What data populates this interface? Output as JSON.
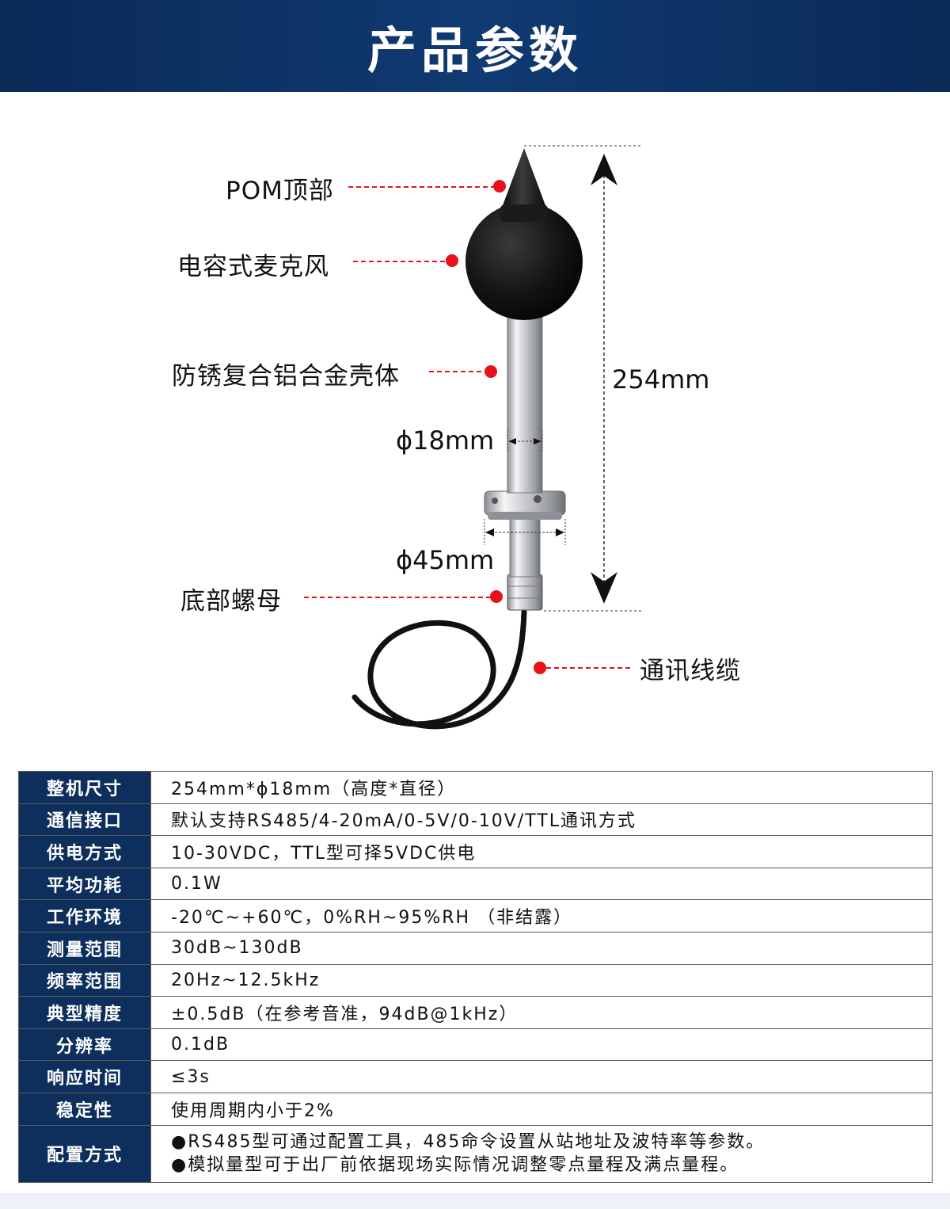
{
  "header": {
    "title": "产品参数"
  },
  "diagram": {
    "callouts": {
      "top": "POM顶部",
      "mic": "电容式麦克风",
      "shell": "防锈复合铝合金壳体",
      "nut": "底部螺母",
      "cable": "通讯线缆"
    },
    "dimensions": {
      "height": "254mm",
      "tube_diameter": "ϕ18mm",
      "flange_diameter": "ϕ45mm"
    },
    "colors": {
      "marker": "#e8101a",
      "leader": "#e8101a"
    }
  },
  "specs": {
    "rows": [
      {
        "label": "整机尺寸",
        "value": "254mm*ϕ18mm（高度*直径）"
      },
      {
        "label": "通信接口",
        "value": "默认支持RS485/4-20mA/0-5V/0-10V/TTL通讯方式"
      },
      {
        "label": "供电方式",
        "value": "10-30VDC，TTL型可择5VDC供电"
      },
      {
        "label": "平均功耗",
        "value": "0.1W"
      },
      {
        "label": "工作环境",
        "value": "-20℃~+60℃，0%RH~95%RH （非结露）"
      },
      {
        "label": "测量范围",
        "value": "30dB~130dB"
      },
      {
        "label": "频率范围",
        "value": "20Hz~12.5kHz"
      },
      {
        "label": "典型精度",
        "value": "±0.5dB（在参考音准，94dB@1kHz）"
      },
      {
        "label": "分辨率",
        "value": "0.1dB"
      },
      {
        "label": "响应时间",
        "value": "≤3s"
      },
      {
        "label": "稳定性",
        "value": "使用周期内小于2%"
      }
    ],
    "config": {
      "label": "配置方式",
      "lines": [
        "●RS485型可通过配置工具，485命令设置从站地址及波特率等参数。",
        "●模拟量型可于出厂前依据现场实际情况调整零点量程及满点量程。"
      ]
    },
    "colors": {
      "label_bg": "#0e2f5c",
      "border": "#5a5a5a"
    }
  }
}
